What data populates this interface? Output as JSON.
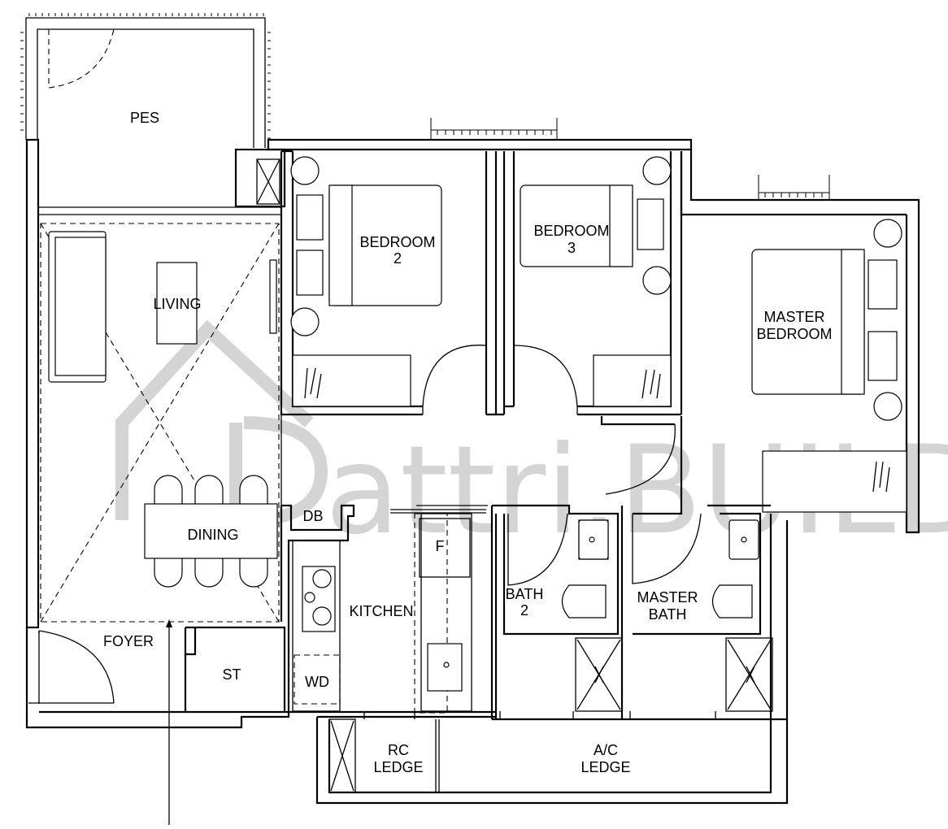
{
  "watermark": "attri.BUILD",
  "rooms": {
    "pes": "PES",
    "living": "LIVING",
    "dining": "DINING",
    "foyer": "FOYER",
    "st": "ST",
    "db": "DB",
    "kitchen": "KITCHEN",
    "fridge": "F",
    "wd": "WD",
    "bedroom2": [
      "BEDROOM",
      "2"
    ],
    "bedroom3": [
      "BEDROOM",
      "3"
    ],
    "master_bedroom": [
      "MASTER",
      "BEDROOM"
    ],
    "bath2": [
      "BATH",
      "2"
    ],
    "master_bath": [
      "MASTER",
      "BATH"
    ],
    "rc_ledge": [
      "RC",
      "LEDGE"
    ],
    "ac_ledge": [
      "A/C",
      "LEDGE"
    ]
  },
  "colors": {
    "line": "#000000",
    "watermark": "#d4d4d4",
    "background": "#ffffff"
  }
}
